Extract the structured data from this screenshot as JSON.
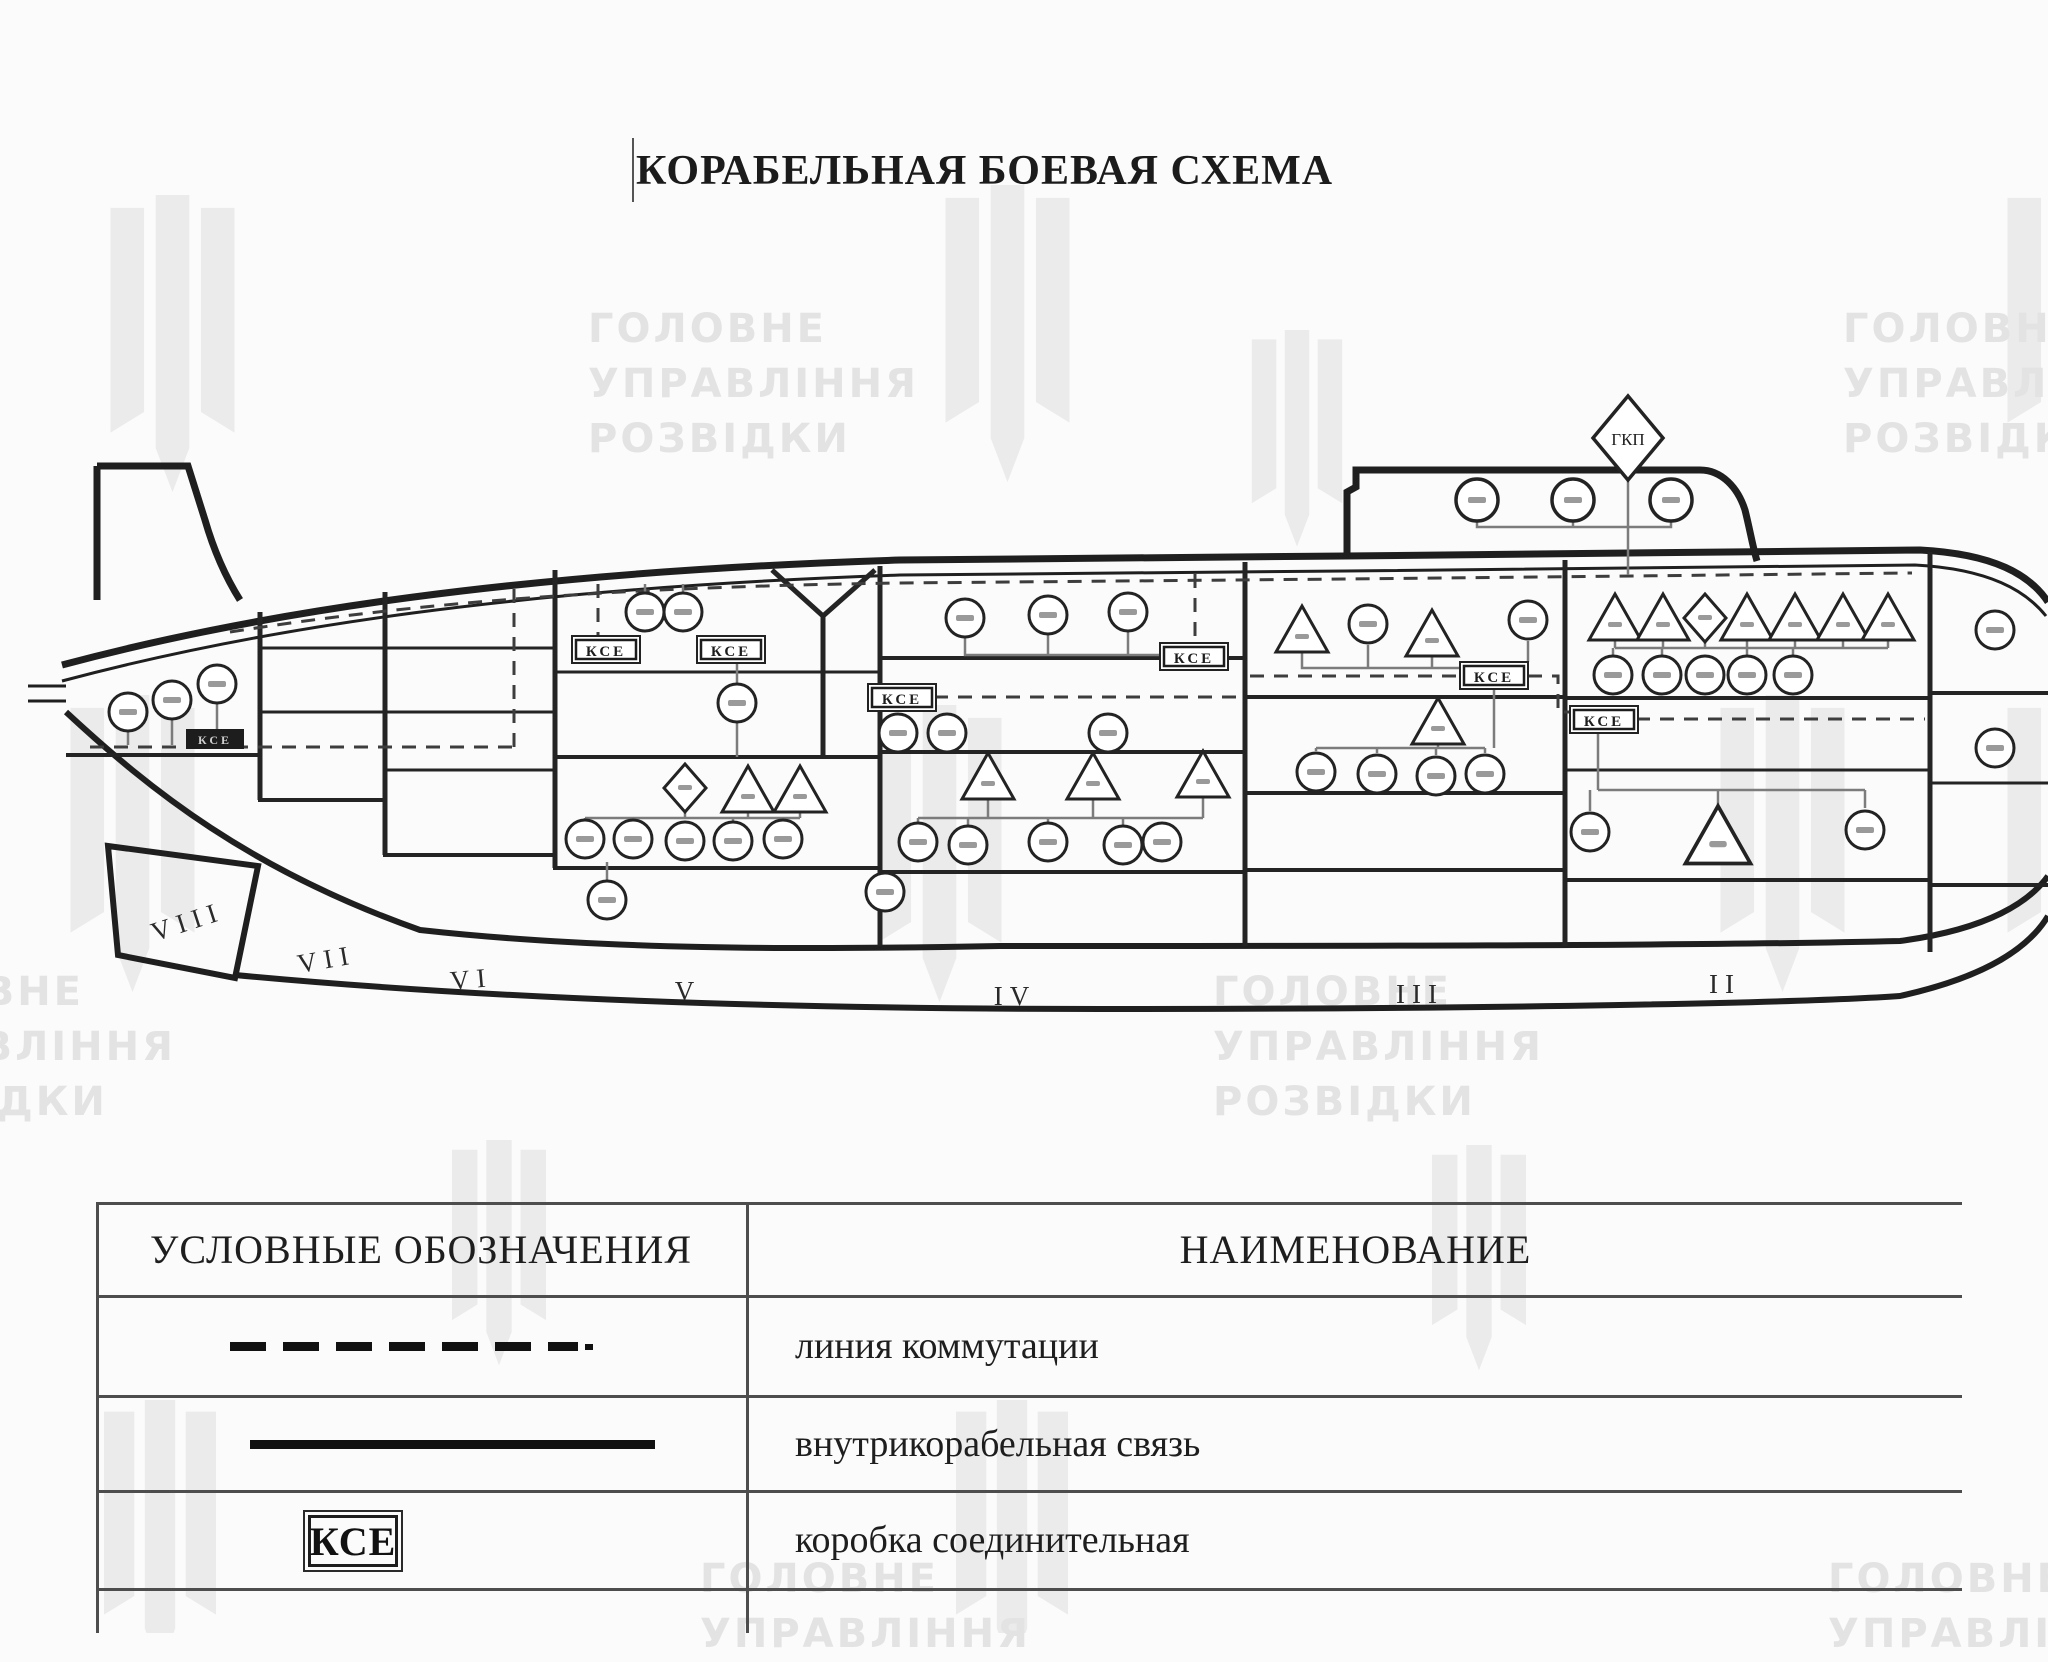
{
  "title": "КОРАБЕЛЬНАЯ БОЕВАЯ СХЕМА",
  "watermark": {
    "line1": "ГОЛОВНЕ",
    "line2": "УПРАВЛІННЯ",
    "line3": "РОЗВІДКИ"
  },
  "diagram": {
    "command_post_label": "ГКП",
    "junction_box_label": "КСЕ",
    "compartments": [
      "VIII",
      "VII",
      "VI",
      "V",
      "IV",
      "III",
      "II"
    ]
  },
  "legend": {
    "symbols_header": "УСЛОВНЫЕ ОБОЗНАЧЕНИЯ",
    "name_header": "НАИМЕНОВАНИЕ",
    "rows": [
      {
        "symbol": "dashed-line",
        "name": "линия коммутации"
      },
      {
        "symbol": "solid-line",
        "name": "внутрикорабельная связь"
      },
      {
        "symbol": "junction-box",
        "name": "коробка соединительная"
      }
    ],
    "junction_box_label": "КСЕ"
  },
  "colors": {
    "diagram_line": "#1f1f1f",
    "thin_line": "#777777",
    "watermark": "#e3e3e3",
    "background": "#fbfbfb"
  }
}
